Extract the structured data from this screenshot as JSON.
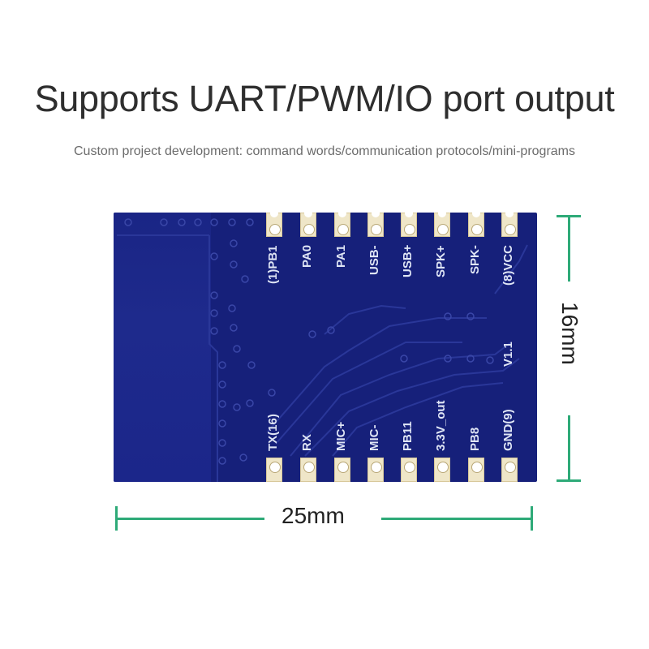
{
  "header": {
    "title": "Supports UART/PWM/IO port output",
    "subtitle": "Custom project development: command words/communication protocols/mini-programs"
  },
  "module": {
    "top_pins": [
      "(1)PB1",
      "PA0",
      "PA1",
      "USB-",
      "USB+",
      "SPK+",
      "SPK-",
      "(8)VCC"
    ],
    "bottom_pins": [
      "TX(16)",
      "RX",
      "MIC+",
      "MIC-",
      "PB11",
      "3.3V_out",
      "PB8",
      "GND(9)"
    ],
    "version": "V1.1",
    "board_color": "#16207a",
    "pad_color": "#efe6c8"
  },
  "dimensions": {
    "width_label": "25mm",
    "height_label": "16mm",
    "line_color": "#2eaa78"
  }
}
